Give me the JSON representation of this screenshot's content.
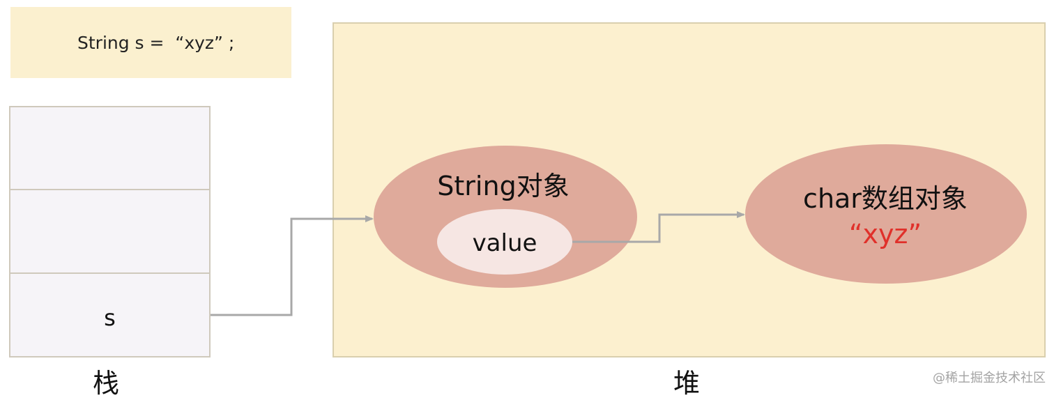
{
  "code": {
    "line": "String s =  “xyz” ;"
  },
  "stack": {
    "cells": [
      "",
      "",
      "s"
    ],
    "caption": "栈"
  },
  "heap": {
    "caption": "堆",
    "string_object": {
      "label": "String对象",
      "field": "value"
    },
    "char_array_object": {
      "label": "char数组对象",
      "value": "“xyz”"
    }
  },
  "colors": {
    "code_bg": "#fbf0cf",
    "stack_bg": "#f6f4f8",
    "heap_bg": "#fcf0cf",
    "object_fill": "#dfaa9b",
    "field_fill": "#f6e6e3",
    "arrow": "#a8a8a8",
    "highlight_text": "#e0302a"
  },
  "watermark": "@稀土掘金技术社区"
}
